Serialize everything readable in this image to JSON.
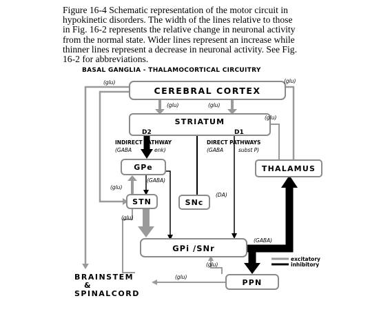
{
  "caption": {
    "lines": [
      "Figure 16-4  Schematic representation of the motor circuit in",
      "hypokinetic disorders.  The width of the lines relative to those",
      "in Fig. 16-2 represents the relative change in neuronal activity",
      "from the normal state.  Wider lines represent an increase while",
      "thinner lines represent a decrease in neuronal activity.  See Fig.",
      "16-2 for abbreviations."
    ]
  },
  "diagram": {
    "header": "BASAL GANGLIA  -  THALAMOCORTICAL  CIRCUITRY",
    "nodes": {
      "cortex": "CEREBRAL CORTEX",
      "striatum": "STRIATUM",
      "d2": "D2",
      "d1": "D1",
      "gpe": "GPe",
      "thalamus": "THALAMUS",
      "stn": "STN",
      "snc": "SNc",
      "gpi": "GPi /SNr",
      "ppn": "PPN",
      "brainstem_line1": "BRAINSTEM",
      "brainstem_line2": "&",
      "brainstem_line3": "SPINALCORD"
    },
    "labels": {
      "glu_cortex_left": "(glu)",
      "glu_cortex_right": "(glu)",
      "glu_str_left": "(glu)",
      "glu_str_right": "(glu)",
      "glu_thal": "(glu)",
      "indirect_pathway": "INDIRECT   PATHWAY",
      "indirect_nt_left": "(GABA",
      "indirect_nt_right": "enk)",
      "direct_pathway": "DIRECT    PATHWAYS",
      "direct_nt_left": "(GABA",
      "direct_nt_right": "subst P)",
      "gaba_gpe": "(GABA)",
      "glu_stn_gpe": "(glu)",
      "da": "(DA)",
      "glu_stn_gpi": "(glu)",
      "gaba_gpi": "(GABA)",
      "glu_ppn": "(glu)",
      "glu_brainstem": "(glu)"
    },
    "legend": {
      "excitatory": "excitatory",
      "inhibitory": "inhibitory",
      "excitatory_color": "#9a9a9a",
      "inhibitory_color": "#000000"
    }
  }
}
